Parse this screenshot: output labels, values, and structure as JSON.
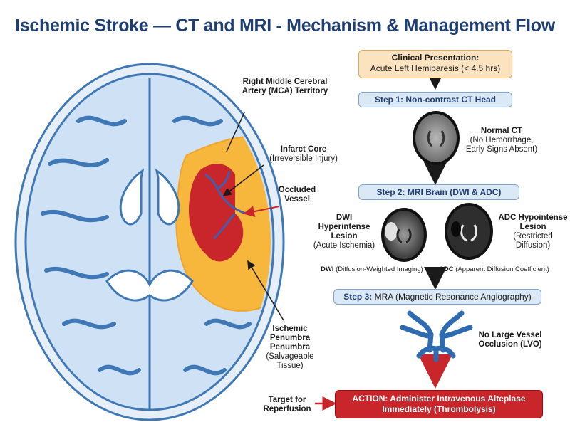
{
  "title": "Ischemic Stroke — CT and MRI - Mechanism & Management Flow",
  "labels": {
    "mca_territory": "Right Middle Cerebral Artery (MCA) Territory",
    "infarct_core_title": "Infarct Core",
    "infarct_core_desc": "(Irreversible Injury)",
    "occluded_vessel": "Occluded Vessel",
    "penumbra_title": "Ischemic Penumbra Penumbra",
    "penumbra_desc": "(Salvageable Tissue)",
    "target_reperfusion": "Target for Reperfusion"
  },
  "flow": {
    "clinical_title": "Clinical Presentation:",
    "clinical_desc": "Acute Left Hemiparesis (< 4.5 hrs)",
    "step1": "Step 1: Non-contrast CT Head",
    "normal_ct_title": "Normal CT",
    "normal_ct_desc": "(No Hemorrhage, Early Signs Absent)",
    "step2": "Step 2: MRI Brain (DWI & ADC)",
    "dwi_title": "DWI Hyperintense Lesion",
    "dwi_desc": "(Acute Ischemia)",
    "adc_title": "ADC Hypointense Lesion",
    "adc_desc": "(Restricted Diffusion)",
    "dwi_cap_abbr": "DWI",
    "dwi_cap_full": "(Diffusion-Weighted Imaging)",
    "adc_cap_abbr": "ADC",
    "adc_cap_full": "(Apparent Diffusion Coefficient)",
    "step3_bold": "Step 3:",
    "step3_rest": "MRA (Magnetic Resonance Angiography)",
    "lvo_text": "No Large Vessel Occlusion (LVO)",
    "action": "ACTION: Administer Intravenous Alteplase Immediately (Thrombolysis)"
  },
  "colors": {
    "title": "#1f3f73",
    "brain_fill": "#cfe2f5",
    "brain_stroke": "#3f78b5",
    "penumbra": "#f6b73c",
    "infarct": "#c8262a",
    "step_box": "#dbe8f6",
    "clinical_box": "#fbe3c0",
    "action_box": "#c8262a"
  }
}
